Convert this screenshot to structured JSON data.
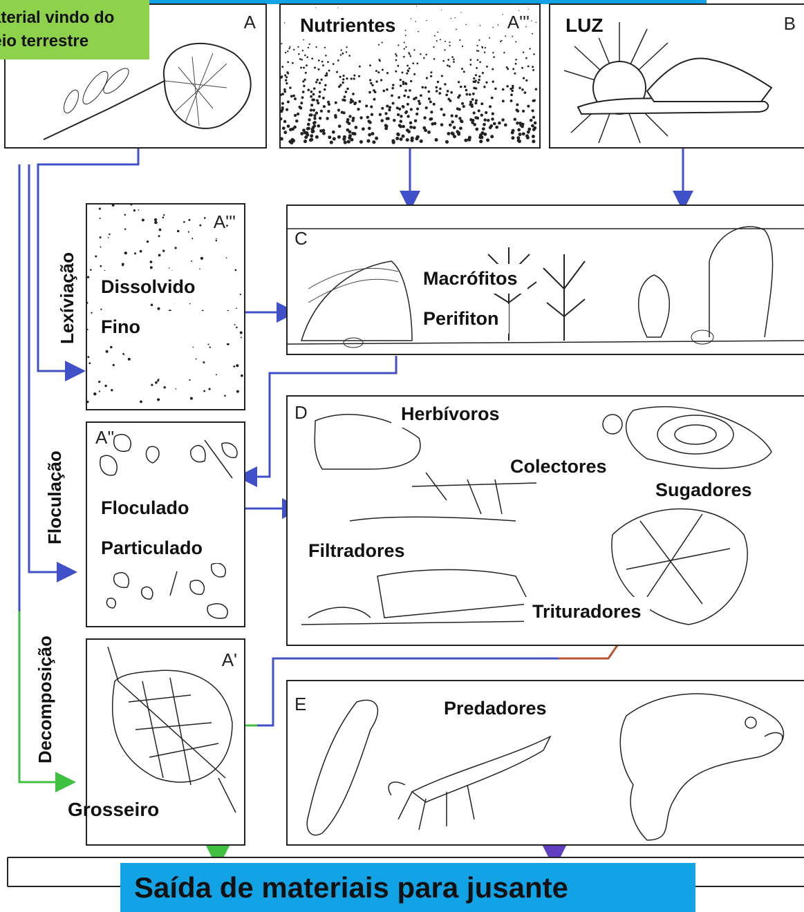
{
  "colors": {
    "blue_arrow": "#4050c8",
    "green_arrow": "#40c040",
    "red_arrow": "#c05030",
    "title_bg": "#12a3e6",
    "terrestrial_bg": "#8ed14a"
  },
  "top_label": {
    "line1": "Material vindo do",
    "line2": "meio terrestre"
  },
  "panels": {
    "a": {
      "letter": "A"
    },
    "a_triple_top": {
      "letter": "A'''",
      "title": "Nutrientes"
    },
    "b": {
      "letter": "B",
      "title": "LUZ"
    },
    "c": {
      "letter": "C",
      "labels": [
        "Macrófitos",
        "Perifiton"
      ]
    },
    "a_triple_left": {
      "letter": "A'''",
      "labels": [
        "Dissolvido",
        "Fino"
      ]
    },
    "a_double": {
      "letter": "A''",
      "labels": [
        "Floculado",
        "Particulado"
      ]
    },
    "d": {
      "letter": "D",
      "labels": [
        "Herbívoros",
        "Colectores",
        "Sugadores",
        "Filtradores",
        "Trituradores"
      ]
    },
    "a_single": {
      "letter": "A'",
      "label": "Grosseiro"
    },
    "e": {
      "letter": "E",
      "label": "Predadores"
    }
  },
  "processes": [
    "Lexíviação",
    "Floculação",
    "Decomposição"
  ],
  "output_title": "Saída de materiais para jusante"
}
